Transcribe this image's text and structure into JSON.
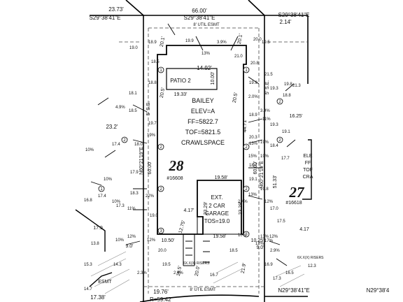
{
  "lot_28": {
    "number": "28",
    "sub": "#16608",
    "house": {
      "model": "BAILEY",
      "elevation": "ELEV=A",
      "ff": "FF=5822.7",
      "tof": "TOF=5821.5",
      "foundation": "CRAWLSPACE"
    },
    "garage": {
      "line1": "EXT.",
      "line2": "2 CAR",
      "line3": "GARAGE",
      "line4": "TOS=19.0"
    },
    "patio": "PATIO 2"
  },
  "lot_27": {
    "number": "27",
    "sub": "#16618",
    "partial_labels": [
      "E",
      "ELE",
      "FF",
      "TOF",
      "CRA"
    ]
  },
  "boundary": {
    "top_left_dist": "23.73'",
    "top_left_bearing": "S29°38'41\"E",
    "top_dist": "66.00'",
    "top_bearing": "S29°38'41\"E",
    "top_right_bearing": "S29°38'41\"E",
    "top_right_dist": "2.14'",
    "left_bearing": "N60°21'19\"E",
    "right_bearing": "N60°21'19\"E",
    "left_side_dist": "60.00'",
    "right_side_dist": "60.00'",
    "right_lot_dist": "51.33'",
    "bottom_bearing": "N29°38'41\"E",
    "bottom_bearing_2": "N29°38'4",
    "bottom_dist": "19.76'",
    "bottom_partial": "R=59.42'",
    "bottom_left_dist": "17.38'"
  },
  "easements": {
    "top_util": "8' UTIL ESMT",
    "bottom_util": "8' UTIL ESMT",
    "left_side": "5' S.E.",
    "right_side": "5' S.E.",
    "left_lot_util": "ESMT"
  },
  "dimensions": {
    "top_front_left": "20.1'",
    "top_front_right": "20.1'",
    "patio_width": "14.92'",
    "patio_depth": "10.00'",
    "patio_setback": "19.33'",
    "house_left": "20.5'",
    "house_right": "20.5'",
    "house_side_depth": "44.71'",
    "garage_width": "19.58'",
    "garage_width_bottom": "19.58'",
    "garage_side_a": "23.29'",
    "garage_side_b": "23.29'",
    "garage_offset": "4.17'",
    "garage_jog": "12.75'",
    "left_setback": "10.50'",
    "right_setback": "10.25'",
    "side_left": "16.25'",
    "left_lot_dist": "23.2'",
    "left_lot_a": "17.9",
    "right_lot_offset": "4.17",
    "drive_a": "19.5'",
    "drive_b": "20.0'",
    "drive_c": "21.9'",
    "bottom_left_setback": "9.0'",
    "bottom_right_setback": "9.0'"
  },
  "grades": [
    "3.9%",
    "10%",
    "13%",
    "4.9%",
    "10%",
    "3.9%",
    "11%",
    "12%",
    "11%",
    "2.0%",
    "19%",
    "22%",
    "13%",
    "19%",
    "10%",
    "15%",
    "19%",
    "10%",
    "12%",
    "13%",
    "2.4%",
    "12%",
    "10%",
    "2.9%",
    "13%",
    "17%",
    "12%",
    "12%",
    "2.4%",
    "2.3%"
  ],
  "elevations": [
    "19.0",
    "18.9",
    "19.9",
    "18.5",
    "19.5",
    "20.0",
    "21.0",
    "20.8",
    "18.8",
    "18.1",
    "19.9",
    "21.5",
    "19.3",
    "19.8",
    "18.8",
    "18.5",
    "17.4",
    "18.0",
    "17.9",
    "19.7",
    "18.9",
    "19.3",
    "19.1",
    "20.3",
    "18.4",
    "18.7",
    "17.7",
    "17.4",
    "16.8",
    "17.3",
    "18.3",
    "19.1",
    "19.8",
    "17.0",
    "17.5",
    "13.8",
    "15.3",
    "14.3",
    "20.0",
    "19.5",
    "18.5",
    "16.9",
    "16.5",
    "17.3",
    "21.3",
    "19.0",
    "16.7",
    "14.7",
    "12.3"
  ],
  "callouts": [
    "1",
    "2",
    "3",
    "4",
    "5"
  ],
  "risers_label": "6X.X(X)\nRISERS",
  "risers_label_2": "6X.X(X)\nRISERS"
}
